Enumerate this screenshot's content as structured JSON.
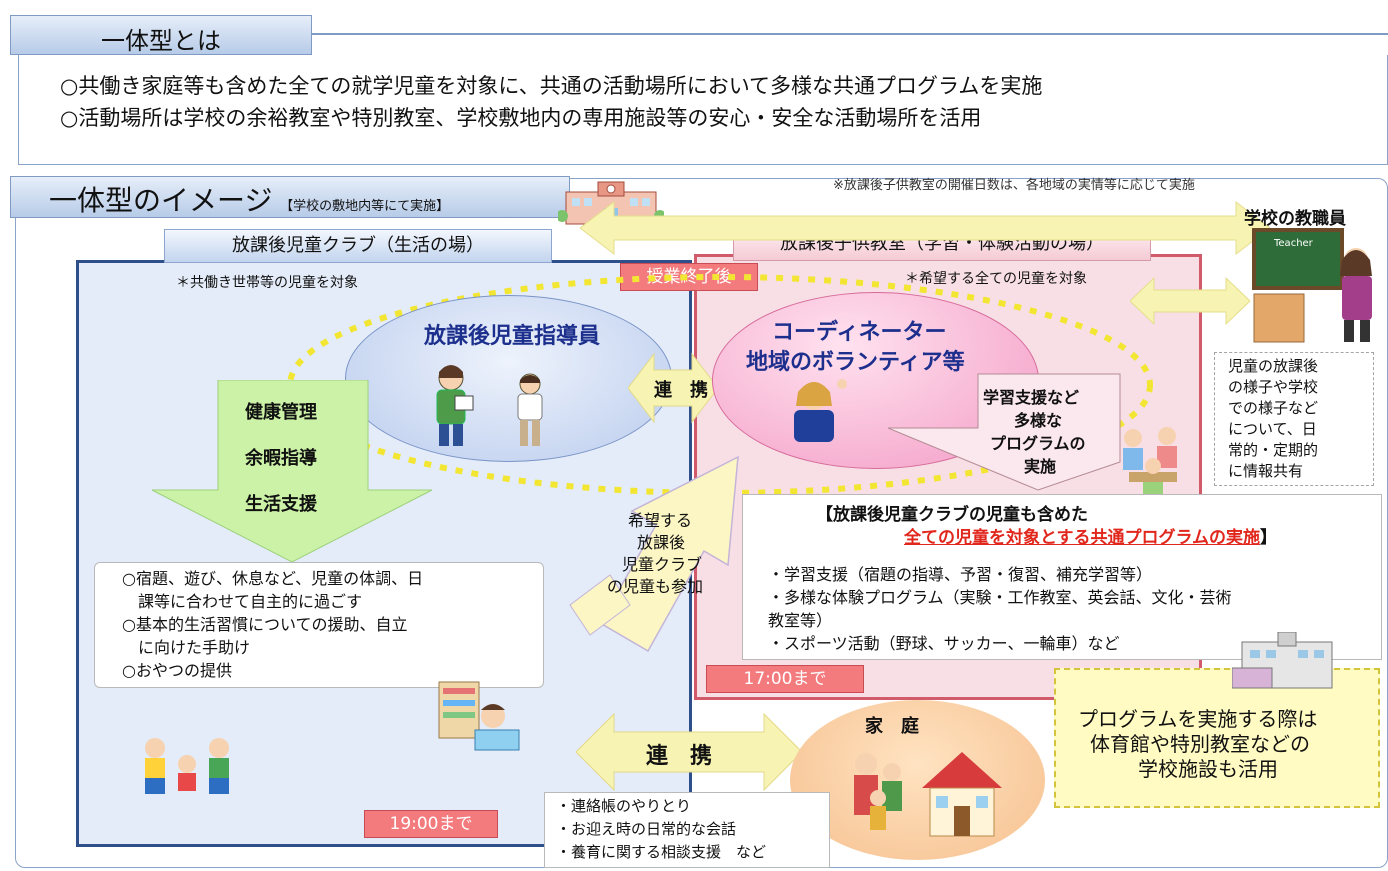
{
  "header": {
    "title": "一体型とは",
    "lines": [
      "○共働き家庭等も含めた全ての就学児童を対象に、共通の活動場所において多様な共通プログラムを実施",
      "○活動場所は学校の余裕教室や特別教室、学校敷地内の専用施設等の安心・安全な活動場所を活用"
    ]
  },
  "image_section": {
    "title": "一体型のイメージ",
    "subtitle": "【学校の敷地内等にて実施】",
    "note": "※放課後子供教室の開催日数は、各地域の実情等に応じて実施"
  },
  "club": {
    "tab": "放課後児童クラブ（生活の場）",
    "target": "＊共働き世帯等の児童を対象",
    "staff": "放課後児童指導員",
    "arrow_items": [
      "健康管理",
      "余暇指導",
      "生活支援"
    ],
    "activities": [
      "○宿題、遊び、休息など、児童の体調、日",
      "課等に合わせて自主的に過ごす",
      "○基本的生活習慣についての援助、自立",
      "に向けた手助け",
      "○おやつの提供"
    ],
    "time_badge": "19:00まで"
  },
  "kyoshitsu": {
    "tab": "放課後子供教室（学習・体験活動の場）",
    "target": "＊希望する全ての児童を対象",
    "after_class": "授業終了後",
    "coordinator_line1": "コーディネーター",
    "coordinator_line2": "地域のボランティア等",
    "arrow_text": [
      "学習支援など",
      "多様な",
      "プログラムの",
      "実施"
    ],
    "program_title_line1": "【放課後児童クラブの児童も含めた",
    "program_title_line2": "全ての児童を対象とする共通プログラムの実施",
    "program_title_end": "】",
    "program_items": [
      "・学習支援（宿題の指導、予習・復習、補充学習等）",
      "・多様な体験プログラム（実験・工作教室、英会話、文化・芸術",
      "教室等）",
      "・スポーツ活動（野球、サッカー、一輪車）など"
    ],
    "time_badge": "17:00まで"
  },
  "renkei_center": "連　携",
  "join_text": [
    "希望する",
    "放課後",
    "児童クラブ",
    "の児童も参加"
  ],
  "teachers": {
    "title": "学校の教職員",
    "board_text": "Teacher",
    "info": [
      "児童の放課後",
      "の様子や学校",
      "での様子など",
      "について、日",
      "常的・定期的",
      "に情報共有"
    ]
  },
  "facility_note": [
    "プログラムを実施する際は",
    "体育館や特別教室などの",
    "学校施設も活用"
  ],
  "home": {
    "renkei": "連　携",
    "title": "家　庭",
    "items": [
      "・連絡帳のやりとり",
      "・お迎え時の日常的な会話",
      "・養育に関する相談支援　など"
    ]
  },
  "colors": {
    "club_bg": "#e3ecf8",
    "kyoshitsu_bg": "#f8dfe6",
    "badge_red": "#f37b7e",
    "green_arrow": "#ccf2a7",
    "yellow_arrow": "#f7f3b2"
  }
}
